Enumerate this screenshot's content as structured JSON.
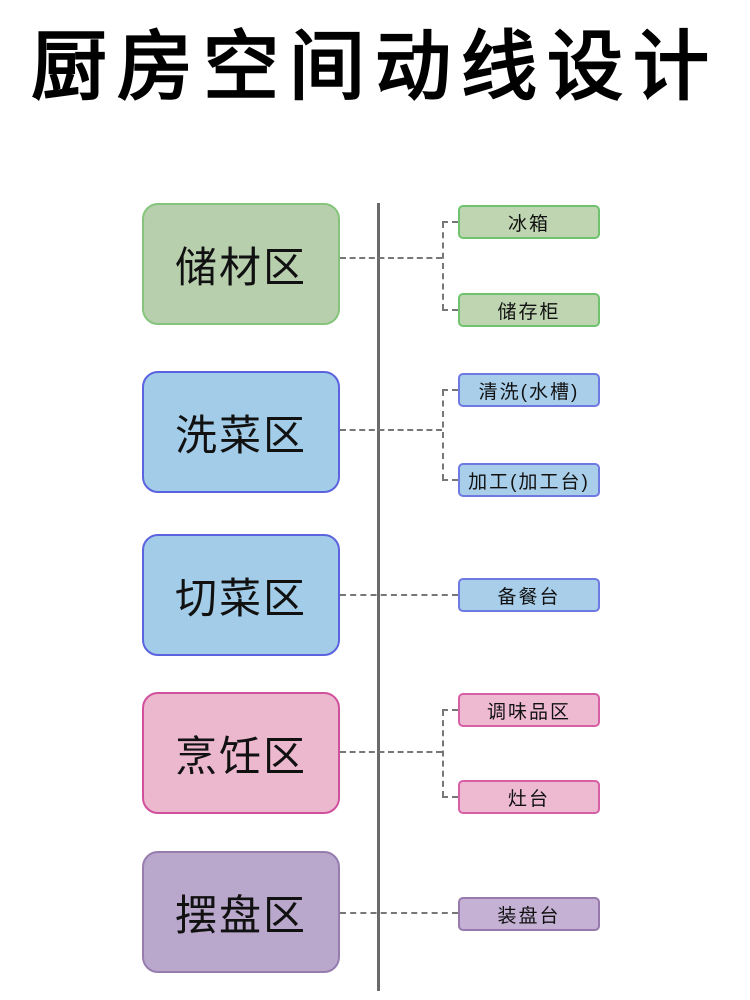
{
  "title": "厨房空间动线设计",
  "colors": {
    "background": "#ffffff",
    "title_text": "#000000",
    "node_text": "#111111",
    "divider_line": "#6a6a6a",
    "connector_dash": "#777777",
    "themes": {
      "green": {
        "zone_fill": "#b8cfad",
        "zone_border": "#85c47c",
        "item_fill": "#bfd5b1",
        "item_border": "#6fc36f"
      },
      "blue": {
        "zone_fill": "#a2cce8",
        "zone_border": "#5c63de",
        "item_fill": "#a9cee9",
        "item_border": "#6e7ae2"
      },
      "pink": {
        "zone_fill": "#ecb8ce",
        "zone_border": "#d1509d",
        "item_fill": "#eebad2",
        "item_border": "#d65fa5"
      },
      "purple": {
        "zone_fill": "#b9a7cc",
        "zone_border": "#967dae",
        "item_fill": "#c4b1d3",
        "item_border": "#9679ad"
      }
    }
  },
  "diagram": {
    "sections": [
      {
        "label": "储材区",
        "theme": "green",
        "items": [
          {
            "label": "冰箱"
          },
          {
            "label": "储存柜"
          }
        ]
      },
      {
        "label": "洗菜区",
        "theme": "blue",
        "items": [
          {
            "label": "清洗(水槽)"
          },
          {
            "label": "加工(加工台)"
          }
        ]
      },
      {
        "label": "切菜区",
        "theme": "blue",
        "items": [
          {
            "label": "备餐台"
          }
        ]
      },
      {
        "label": "烹饪区",
        "theme": "pink",
        "items": [
          {
            "label": "调味品区"
          },
          {
            "label": "灶台"
          }
        ]
      },
      {
        "label": "摆盘区",
        "theme": "purple",
        "items": [
          {
            "label": "装盘台"
          }
        ]
      }
    ]
  }
}
